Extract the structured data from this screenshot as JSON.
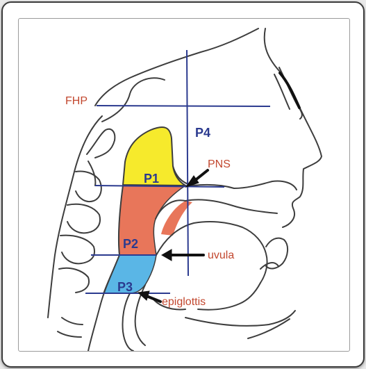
{
  "labels": {
    "fhp": "FHP",
    "p4": "P4",
    "pns": "PNS",
    "p1": "P1",
    "p2": "P2",
    "uvula": "uvula",
    "p3": "P3",
    "epiglottis": "epiglottis"
  },
  "colors": {
    "p1_region": "#f6ea2c",
    "p2_region": "#e8765a",
    "p3_region": "#5ab6e6",
    "reference_lines": "#2b3a8f",
    "label_text": "#c2472e",
    "outline": "#3d3d3d"
  }
}
